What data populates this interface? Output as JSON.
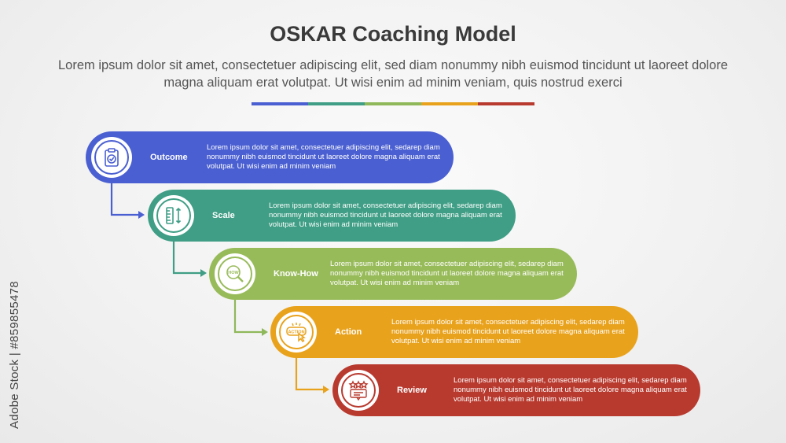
{
  "header": {
    "title": "OSKAR Coaching Model",
    "subtitle": "Lorem ipsum dolor sit amet, consectetuer adipiscing elit, sed diam nonummy nibh euismod tincidunt ut laoreet dolore magna aliquam erat volutpat. Ut wisi enim ad minim veniam, quis nostrud exerci"
  },
  "divider_colors": [
    "#4a5fd1",
    "#3f9e85",
    "#8fb85a",
    "#e9a21c",
    "#b83a2f"
  ],
  "steps": [
    {
      "label": "Outcome",
      "icon": "clipboard-check-icon",
      "color": "#4a5fd1",
      "desc": "Lorem ipsum dolor sit amet, consectetuer adipiscing elit, sedarep diam nonummy nibh euismod tincidunt ut laoreet dolore magna aliquam erat volutpat. Ut wisi enim ad minim veniam"
    },
    {
      "label": "Scale",
      "icon": "ruler-icon",
      "color": "#3f9e85",
      "desc": "Lorem ipsum dolor sit amet, consectetuer adipiscing elit, sedarep diam nonummy nibh euismod tincidunt ut laoreet dolore magna aliquam erat volutpat. Ut wisi enim ad minim veniam"
    },
    {
      "label": "Know-How",
      "icon": "magnifier-how-icon",
      "color": "#98bb5a",
      "icon_text": "HOW",
      "desc": "Lorem ipsum dolor sit amet, consectetuer adipiscing elit, sedarep diam nonummy nibh euismod tincidunt ut laoreet dolore magna aliquam erat volutpat. Ut wisi enim ad minim veniam"
    },
    {
      "label": "Action",
      "icon": "action-button-icon",
      "color": "#e9a21c",
      "icon_text": "ACTION",
      "desc": "Lorem ipsum dolor sit amet, consectetuer adipiscing elit, sedarep diam nonummy nibh euismod tincidunt ut laoreet dolore magna aliquam erat volutpat. Ut wisi enim ad minim veniam"
    },
    {
      "label": "Review",
      "icon": "review-stars-icon",
      "color": "#b83a2f",
      "desc": "Lorem ipsum dolor sit amet, consectetuer adipiscing elit, sedarep diam nonummy nibh euismod tincidunt ut laoreet dolore magna aliquam erat volutpat. Ut wisi enim ad minim veniam"
    }
  ],
  "watermark": "Adobe Stock | #859855478"
}
